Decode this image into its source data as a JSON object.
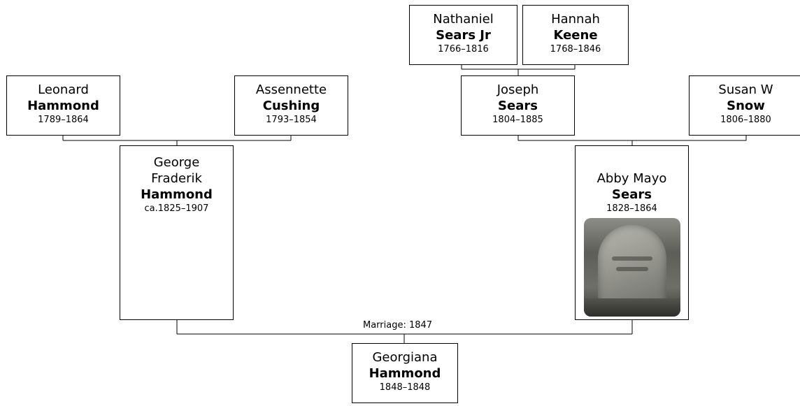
{
  "persons": {
    "leonard": {
      "given": "Leonard",
      "surname": "Hammond",
      "dates": "1789–1864"
    },
    "assennette": {
      "given": "Assennette",
      "surname": "Cushing",
      "dates": "1793–1854"
    },
    "nathaniel": {
      "given": "Nathaniel",
      "surname": "Sears Jr",
      "dates": "1766–1816"
    },
    "hannah": {
      "given": "Hannah",
      "surname": "Keene",
      "dates": "1768–1846"
    },
    "joseph": {
      "given": "Joseph",
      "surname": "Sears",
      "dates": "1804–1885"
    },
    "susan": {
      "given": "Susan W",
      "surname": "Snow",
      "dates": "1806–1880"
    },
    "george": {
      "given_line1": "George",
      "given_line2": "Fraderik",
      "surname": "Hammond",
      "dates": "ca.1825–1907"
    },
    "abby": {
      "given": "Abby Mayo",
      "surname": "Sears",
      "dates": "1828–1864"
    },
    "georgiana": {
      "given": "Georgiana",
      "surname": "Hammond",
      "dates": "1848–1848"
    }
  },
  "marriage": {
    "label": "Marriage: 1847"
  }
}
